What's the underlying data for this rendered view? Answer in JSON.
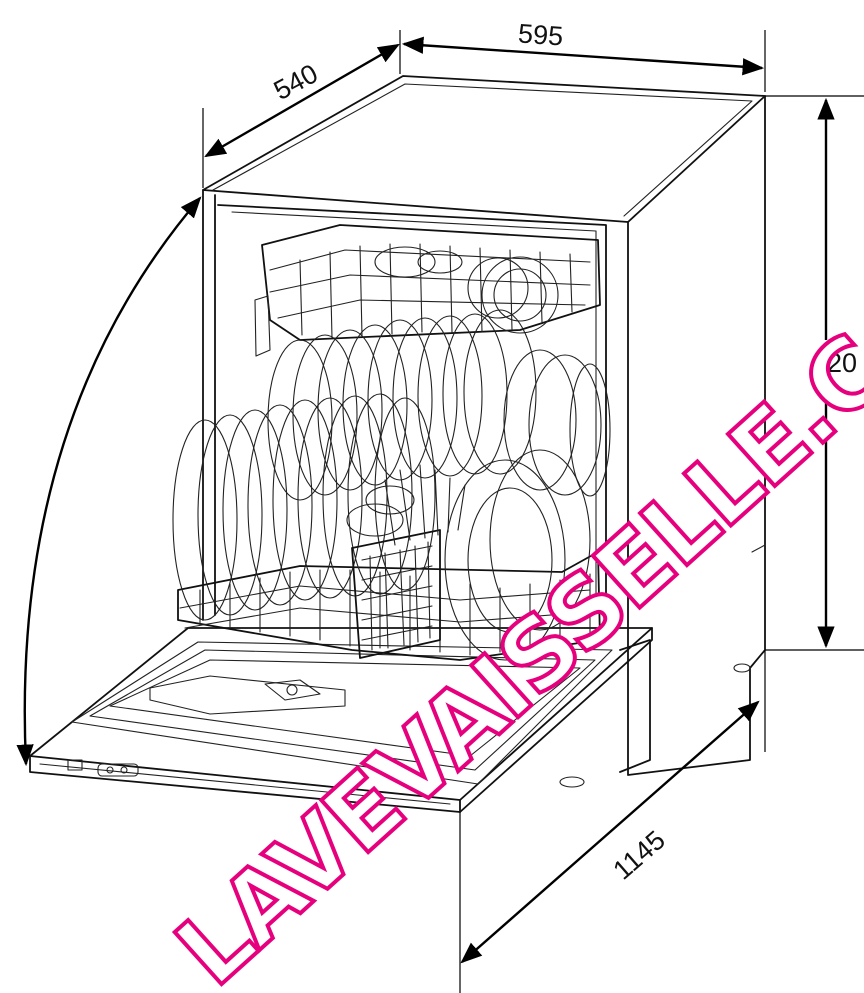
{
  "dimensions": {
    "depth": "540",
    "width": "595",
    "height": "820",
    "depth_door_open": "1145"
  },
  "watermark": {
    "text": "LAVEVAISSELLE.C",
    "color": "#e6007e"
  },
  "colors": {
    "line": "#111111",
    "background": "#ffffff"
  }
}
